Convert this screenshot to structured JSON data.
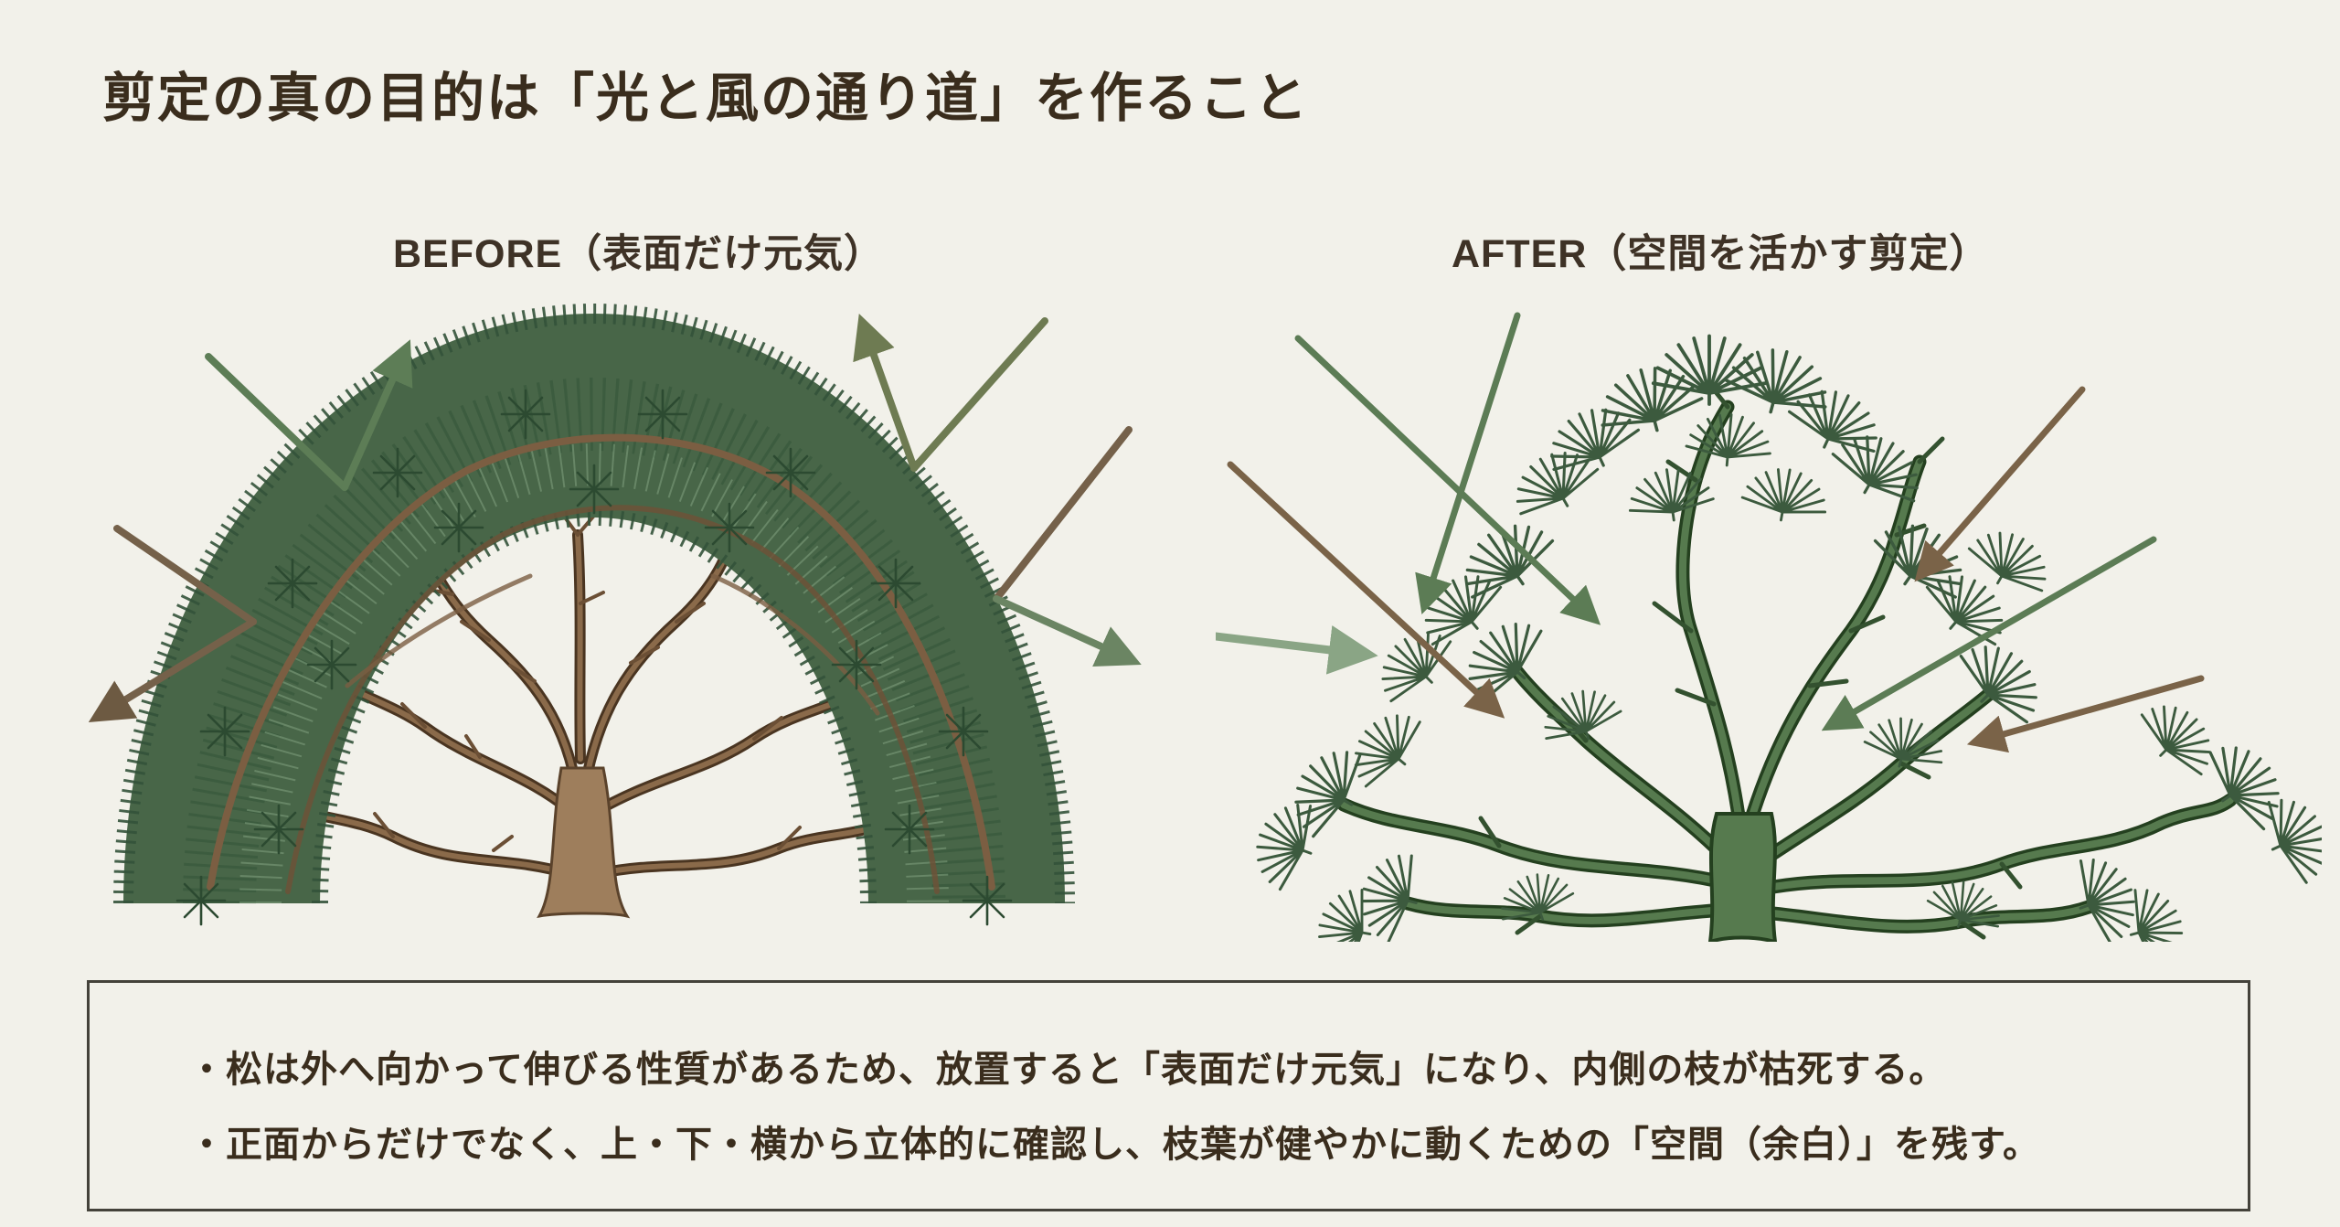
{
  "page": {
    "title": "剪定の真の目的は「光と風の通り道」を作ること",
    "background_color": "#f2f1ea",
    "text_color": "#3a2d1d"
  },
  "labels": {
    "before": "BEFORE（表面だけ元気）",
    "after": "AFTER（空間を活かす剪定）"
  },
  "illustrations": {
    "before_tree": "dense dome of pine foliage with dead bare inner branches; light and wind arrows bounce off the surface",
    "after_tree": "open pruned pine with needle tufts; light and wind arrows penetrate into the canopy"
  },
  "notes": {
    "items": [
      "・松は外へ向かって伸びる性質があるため、放置すると「表面だけ元気」になり、内側の枝が枯死する。",
      "・正面からだけでなく、上・下・横から立体的に確認し、枝葉が健やかに動くための「空間（余白）」を残す。"
    ]
  },
  "palette": {
    "foliage_green": "#486648",
    "needle_dark_green": "#2f4f35",
    "branch_brown": "#7b5e42",
    "trunk_brown": "#9e7e5c",
    "after_tree_green": "#567a4e",
    "arrow_green": "#5c7c55",
    "arrow_brown": "#7a6348",
    "arrow_pale_green": "#8aa585",
    "box_border": "#44423a"
  }
}
